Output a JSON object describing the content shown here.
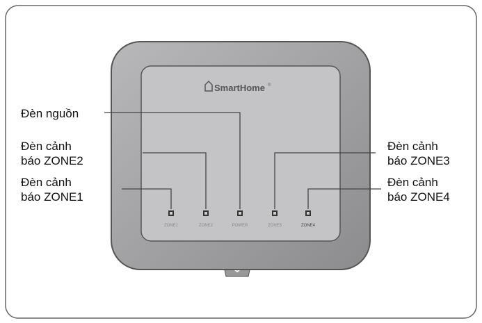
{
  "device": {
    "brand": "SmartHome",
    "trademark": "®",
    "leds": [
      {
        "id": "zone1",
        "label": "ZONE1"
      },
      {
        "id": "zone2",
        "label": "ZONE2"
      },
      {
        "id": "power",
        "label": "POWER"
      },
      {
        "id": "zone3",
        "label": "ZONE3"
      },
      {
        "id": "zone4",
        "label": "ZONE4"
      }
    ]
  },
  "callouts": {
    "power": {
      "line1": "Đèn nguồn"
    },
    "zone2": {
      "line1": "Đèn cảnh",
      "line2": "báo ZONE2"
    },
    "zone1": {
      "line1": "Đèn cảnh",
      "line2": "báo ZONE1"
    },
    "zone3": {
      "line1": "Đèn cảnh",
      "line2": "báo ZONE3"
    },
    "zone4": {
      "line1": "Đèn cảnh",
      "line2": "báo ZONE4"
    }
  },
  "colors": {
    "frame": "#666666",
    "body": "#9a9a9a",
    "panel": "#c4c4c6",
    "line": "#444444"
  }
}
